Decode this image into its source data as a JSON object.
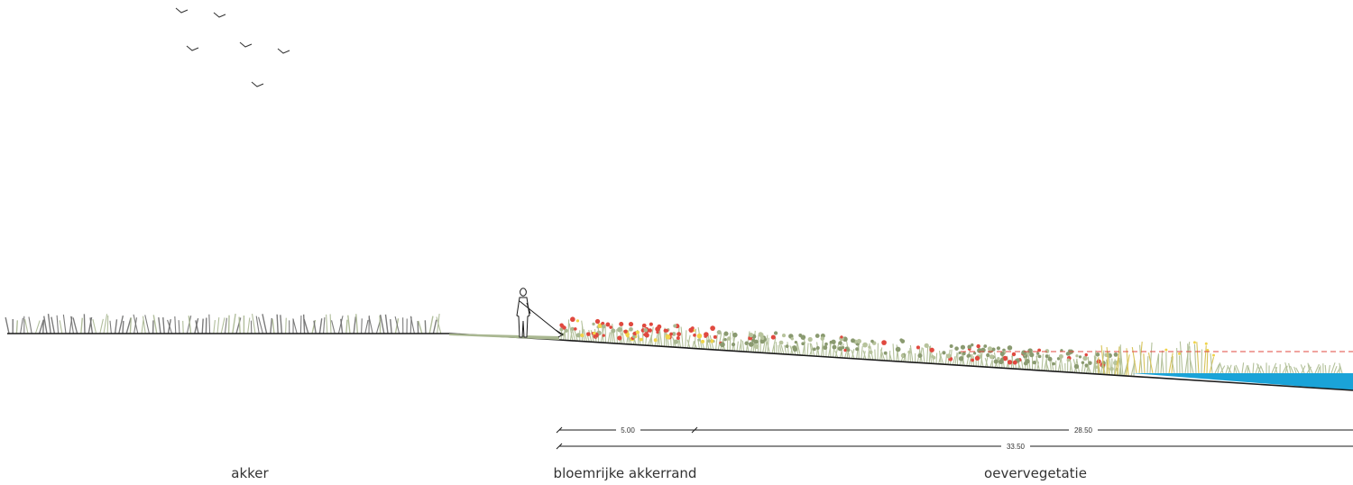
{
  "zones": {
    "akker": "akker",
    "akkerrand": "bloemrijke akkerrand",
    "oever": "oevervegetatie"
  },
  "dimensions": {
    "d1": "5.00",
    "d2": "28.50",
    "total": "33.50"
  },
  "colors": {
    "ground_line": "#1a1a1a",
    "crop_dark": "#6d6d6d",
    "crop_light": "#a9b791",
    "grass": "#b3c19a",
    "flower_red": "#e0493f",
    "flower_yellow": "#f0d44a",
    "water": "#1aa3d8",
    "water_level": "#e0493f",
    "dim_line": "#1a1a1a"
  }
}
